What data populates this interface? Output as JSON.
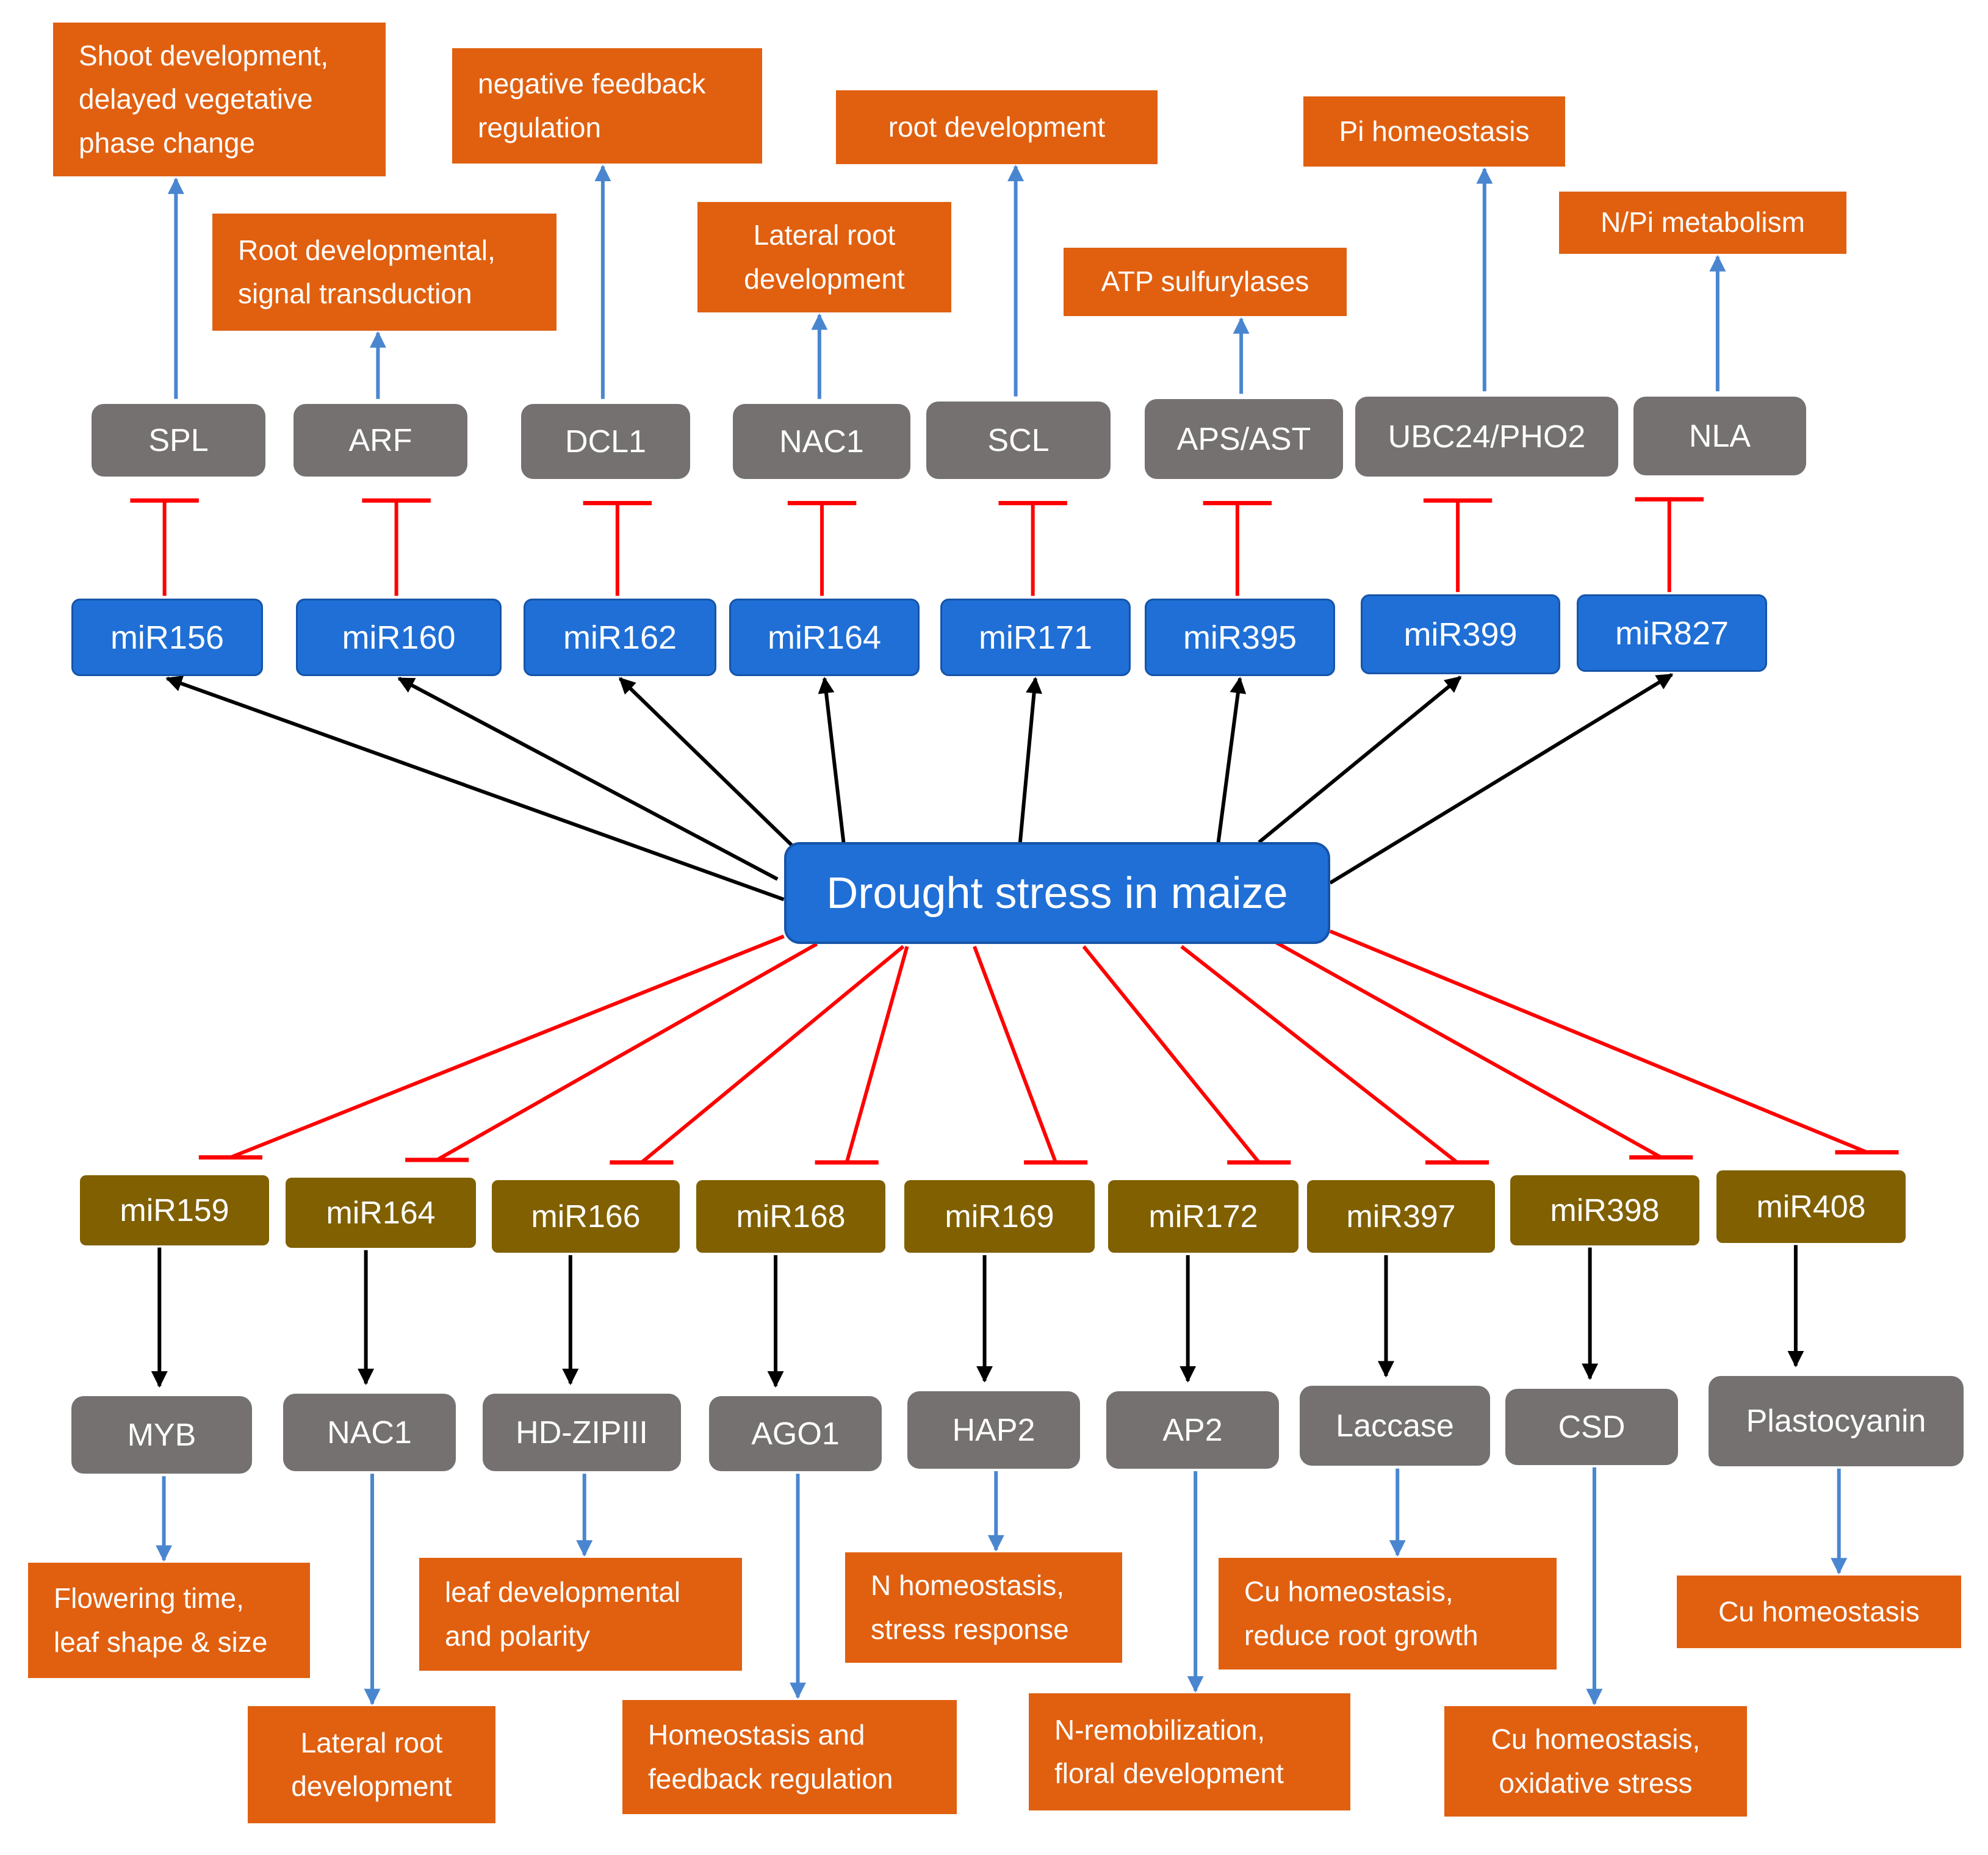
{
  "hub": "Drought stress in maize",
  "top_branches": [
    {
      "mirna": "miR156",
      "target": "SPL",
      "function": "Shoot development,\ndelayed   vegetative\nphase change"
    },
    {
      "mirna": "miR160",
      "target": "ARF",
      "function": "Root developmental,\nsignal transduction"
    },
    {
      "mirna": "miR162",
      "target": "DCL1",
      "function": "negative feedback\nregulation"
    },
    {
      "mirna": "miR164",
      "target": "NAC1",
      "function": "Lateral root\ndevelopment"
    },
    {
      "mirna": "miR171",
      "target": "SCL",
      "function": "root development"
    },
    {
      "mirna": "miR395",
      "target": "APS/AST",
      "function": "ATP sulfurylases"
    },
    {
      "mirna": "miR399",
      "target": "UBC24/PHO2",
      "function": "Pi homeostasis"
    },
    {
      "mirna": "miR827",
      "target": "NLA",
      "function": "N/Pi metabolism"
    }
  ],
  "bottom_branches": [
    {
      "mirna": "miR159",
      "target": "MYB",
      "function": "Flowering  time,\nleaf shape & size"
    },
    {
      "mirna": "miR164",
      "target": "NAC1",
      "function": "Lateral root\ndevelopment"
    },
    {
      "mirna": "miR166",
      "target": "HD-ZIPIII",
      "function": "leaf developmental\nand polarity"
    },
    {
      "mirna": "miR168",
      "target": "AGO1",
      "function": "Homeostasis and\nfeedback regulation"
    },
    {
      "mirna": "miR169",
      "target": "HAP2",
      "function": "N  homeostasis,\nstress response"
    },
    {
      "mirna": "miR172",
      "target": "AP2",
      "function": "N-remobilization,\nfloral development"
    },
    {
      "mirna": "miR397",
      "target": "Laccase",
      "function": "Cu homeostasis,\nreduce root growth"
    },
    {
      "mirna": "miR398",
      "target": "CSD",
      "function": "Cu homeostasis,\noxidative stress"
    },
    {
      "mirna": "miR408",
      "target": "Plastocyanin",
      "function": "Cu homeostasis"
    }
  ],
  "colors": {
    "function_box": "#E06010",
    "target_box": "#757171",
    "upregulated_mirna": "#1F6FD6",
    "downregulated_mirna": "#806000",
    "induction_arrow": "#000000",
    "repression_bar": "#FF0000",
    "function_arrow": "#4A86D0"
  }
}
